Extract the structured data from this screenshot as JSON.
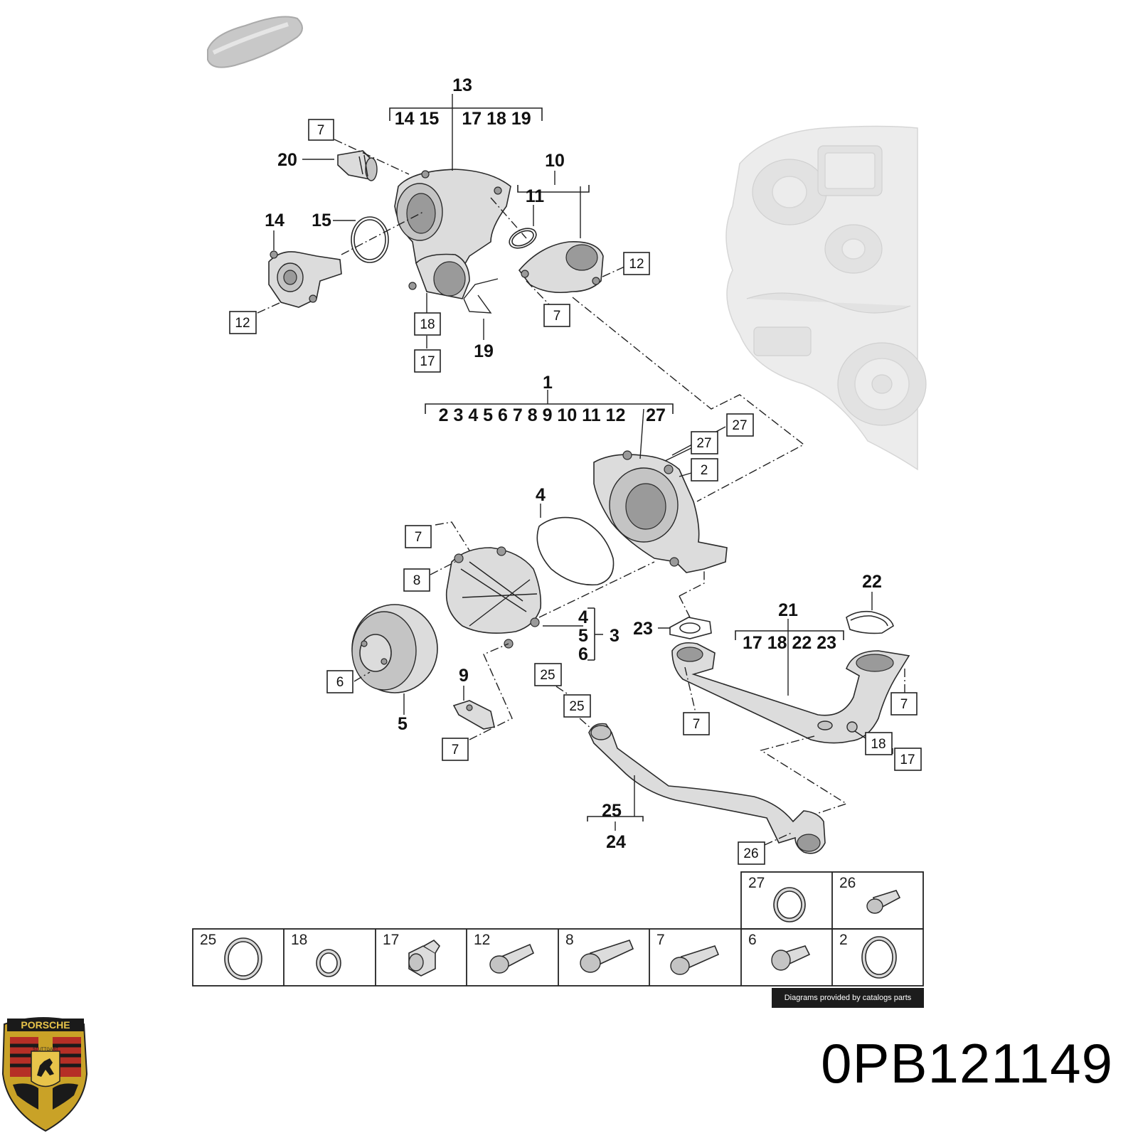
{
  "callouts": {
    "c13": "13",
    "c13_sub_a": "14 15",
    "c13_sub_b": "17 18 19",
    "c20": "20",
    "c14": "14",
    "c15": "15",
    "c10": "10",
    "c11": "11",
    "c19": "19",
    "c1": "1",
    "c1_sub_a": "2 3 4 5 6 7 8 9 10 11 12",
    "c1_sub_b": "27",
    "c4": "4",
    "c4b": "4",
    "c5b": "5",
    "c6b": "6",
    "c3": "3",
    "c23": "23",
    "c21": "21",
    "c21_sub": "17 18 22 23",
    "c22": "22",
    "c9": "9",
    "c5": "5",
    "c25": "25",
    "c24": "24"
  },
  "boxed": {
    "b7_top": "7",
    "b12_left": "12",
    "b18_top": "18",
    "b17_top": "17",
    "b7_mid": "7",
    "b12_right": "12",
    "b27_a": "27",
    "b27_b": "27",
    "b2": "2",
    "b7_pump": "7",
    "b8": "8",
    "b6": "6",
    "b7_bot": "7",
    "b25_a": "25",
    "b25_b": "25",
    "b7_pipe": "7",
    "b7_pipe_r": "7",
    "b18_pipe": "18",
    "b17_pipe": "17",
    "b26": "26"
  },
  "legend": {
    "top_row": [
      "27",
      "26"
    ],
    "bottom_row": [
      "25",
      "18",
      "17",
      "12",
      "8",
      "7",
      "6",
      "2"
    ]
  },
  "logo": {
    "word": "PORSCHE",
    "city": "STUTTGART"
  },
  "credit": "Diagrams provided by catalogs parts",
  "part_number": "0PB121149"
}
